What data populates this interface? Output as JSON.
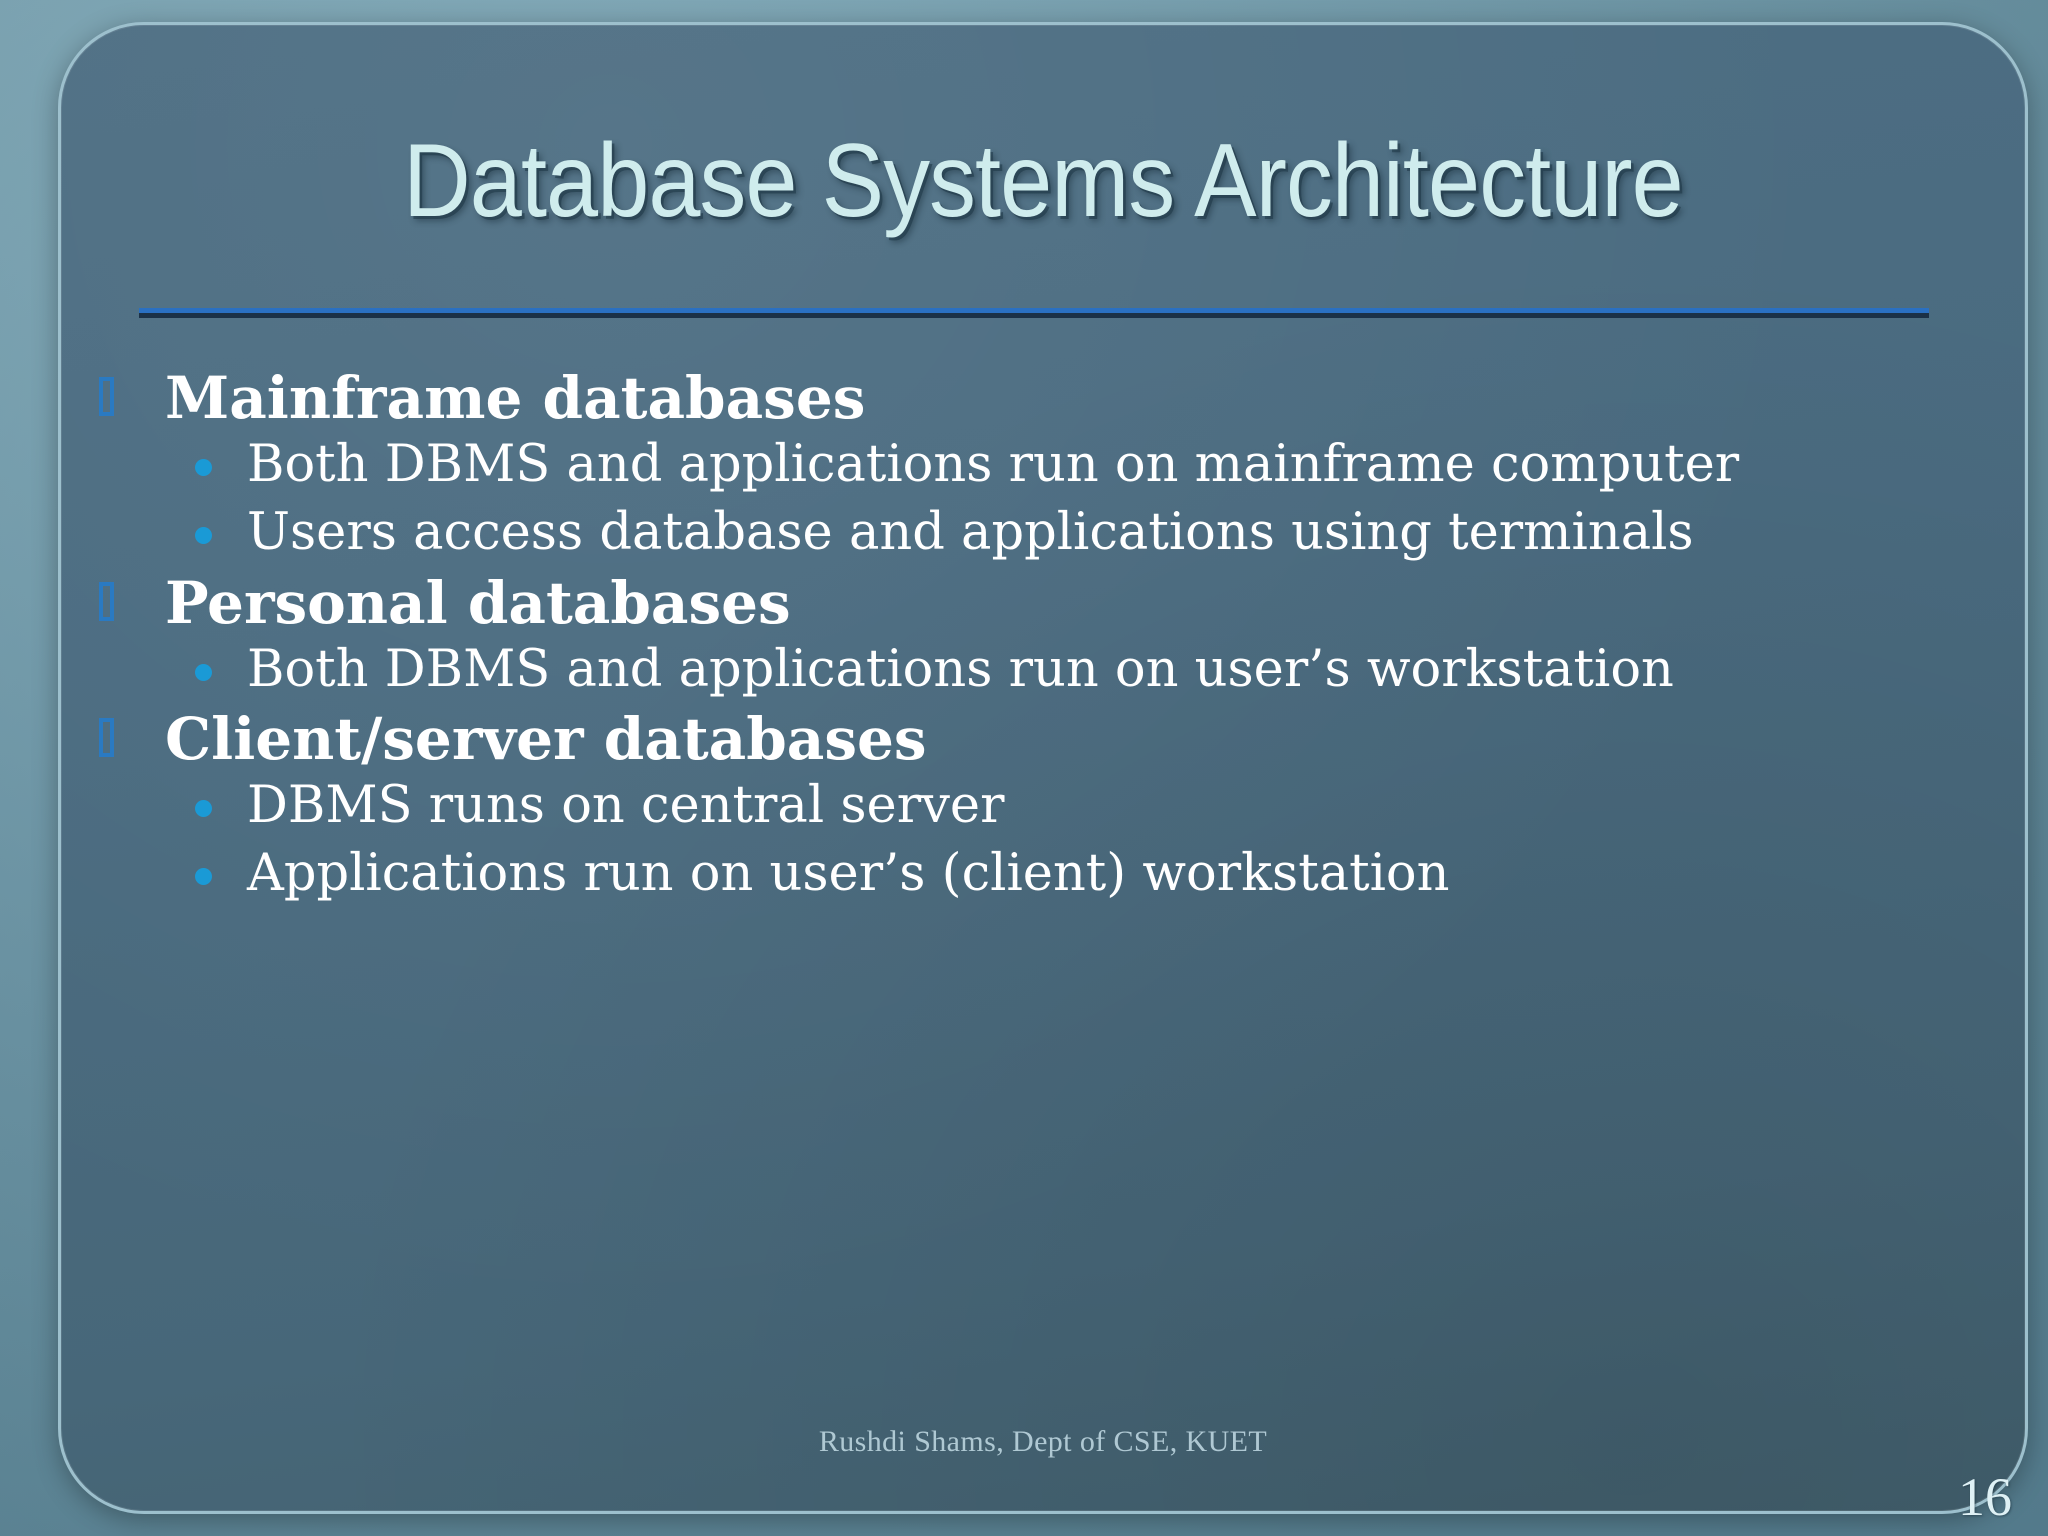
{
  "slide": {
    "title": "Database Systems Architecture",
    "page_number": "16",
    "footer": "Rushdi Shams, Dept of CSE, KUET",
    "colors": {
      "panel_bg": "#4a6b80",
      "outer_bg": "#6e9cad",
      "title_text": "#cfeced",
      "divider": "#2a70c2",
      "divider_shadow": "#1b3147",
      "level1_bullet": "#2a7ac2",
      "level2_bullet": "#1a9ad6",
      "body_text": "#ffffff",
      "footer_text": "#b9d2dc"
    }
  },
  "content": {
    "sections": [
      {
        "heading": "Mainframe databases",
        "bullet_icon": "missing-glyph-box-icon",
        "items": [
          "Both DBMS and applications run on mainframe computer",
          "Users access database and applications using terminals"
        ]
      },
      {
        "heading": "Personal databases",
        "bullet_icon": "missing-glyph-box-icon",
        "items": [
          "Both DBMS and applications run on user’s workstation"
        ]
      },
      {
        "heading": "Client/server databases",
        "bullet_icon": "missing-glyph-box-icon",
        "items": [
          "DBMS runs on central server",
          "Applications run on user’s (client) workstation"
        ]
      }
    ]
  }
}
